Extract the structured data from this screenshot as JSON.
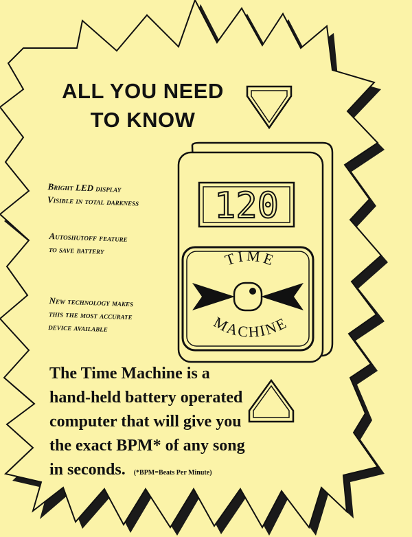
{
  "headline": {
    "line1": "ALL YOU NEED",
    "line2": "TO KNOW"
  },
  "features": {
    "led": {
      "line1": "Bright LED display",
      "line2": "Visible in total darkness"
    },
    "autoshutoff": {
      "line1": "Autoshutoff feature",
      "line2": "to save battery"
    },
    "technology": {
      "line1": "New technology makes",
      "line2": "this the most accurate",
      "line3": "device available"
    }
  },
  "device": {
    "display_value": "120",
    "label_top": "TIME",
    "label_bottom": "MACHINE"
  },
  "body": {
    "line1": "The Time Machine is a",
    "line2": "hand-held battery operated",
    "line3": "computer that will give you",
    "line4": "the exact BPM* of any song",
    "line5": "in seconds.",
    "footnote": "(*BPM=Beats Per Minute)"
  },
  "colors": {
    "background": "#fbf3a8",
    "ink": "#111111"
  }
}
